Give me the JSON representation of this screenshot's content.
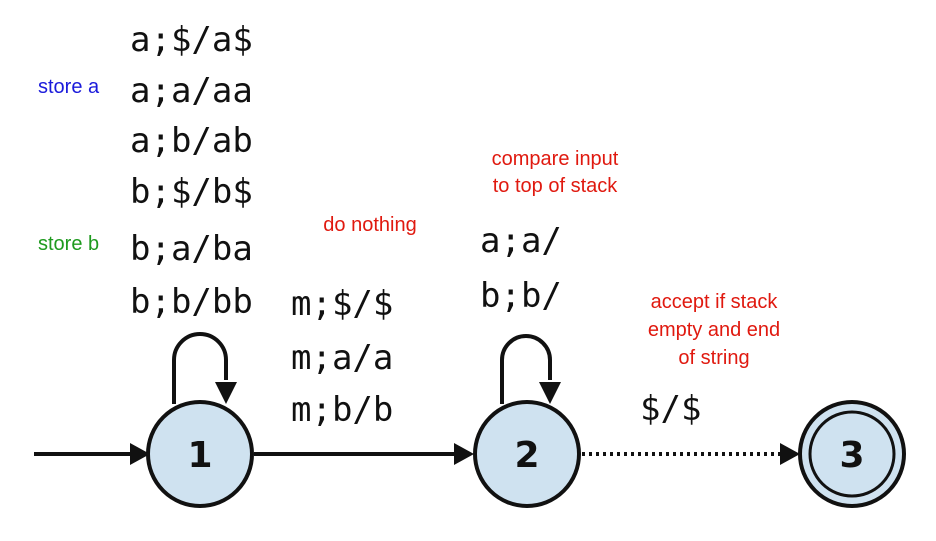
{
  "colors": {
    "state_fill": "#cfe2f0",
    "note_red": "#e0190f",
    "note_blue": "#1a1adb",
    "note_green": "#1e9a1e"
  },
  "states": {
    "s1": "1",
    "s2": "2",
    "s3": "3"
  },
  "loop1": {
    "t0": "a;$/a$",
    "t1": "a;a/aa",
    "t2": "a;b/ab",
    "t3": "b;$/b$",
    "t4": "b;a/ba",
    "t5": "b;b/bb"
  },
  "notes": {
    "store_a": "store a",
    "store_b": "store b",
    "do_nothing": "do nothing",
    "compare_line1": "compare input",
    "compare_line2": "to top of stack",
    "accept_line1": "accept if stack",
    "accept_line2": "empty and end",
    "accept_line3": "of string"
  },
  "edge12": {
    "t0": "m;$/$",
    "t1": "m;a/a",
    "t2": "m;b/b"
  },
  "loop2": {
    "t0": "a;a/",
    "t1": "b;b/"
  },
  "edge23": {
    "t0": "$/$"
  }
}
